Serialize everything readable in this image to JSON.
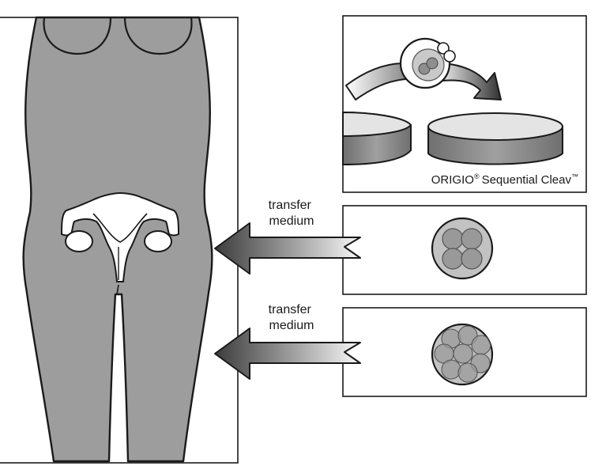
{
  "product": {
    "brand": "ORIGIO",
    "brand_mark": "®",
    "name": "Sequential Cleav",
    "name_mark": "™"
  },
  "arrows": [
    {
      "line1": "transfer",
      "line2": "medium"
    },
    {
      "line1": "transfer",
      "line2": "medium"
    }
  ],
  "colors": {
    "body_fill": "#9d9d9d",
    "outline": "#1a1a1a",
    "embryo_fill": "#c2c2c2",
    "cell_fill": "#999999",
    "dish_dark": "#7b7b7b",
    "dish_light": "#e4e4e4"
  }
}
